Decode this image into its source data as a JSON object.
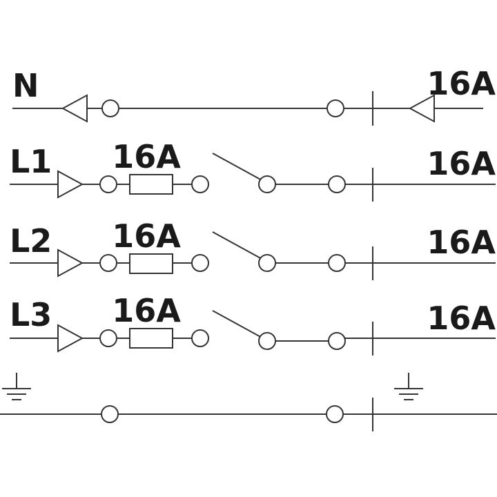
{
  "diagram": {
    "colors": {
      "line": "#333333",
      "text": "#1a1a1a",
      "background": "#ffffff"
    },
    "rows": [
      {
        "id": "n",
        "label": "N",
        "fuse_rating": null,
        "output_rating": "16A",
        "has_switch": false,
        "input_symbol": "arrow-left-icon",
        "output_symbol": "arrow-left-icon"
      },
      {
        "id": "l1",
        "label": "L1",
        "fuse_rating": "16A",
        "output_rating": "16A",
        "has_switch": true,
        "input_symbol": "arrow-right-icon"
      },
      {
        "id": "l2",
        "label": "L2",
        "fuse_rating": "16A",
        "output_rating": "16A",
        "has_switch": true,
        "input_symbol": "arrow-right-icon"
      },
      {
        "id": "l3",
        "label": "L3",
        "fuse_rating": "16A",
        "output_rating": "16A",
        "has_switch": true,
        "input_symbol": "arrow-right-icon"
      },
      {
        "id": "pe",
        "label": "",
        "has_switch": false,
        "input_symbol": "ground-icon",
        "output_symbol": "ground-icon"
      }
    ]
  }
}
